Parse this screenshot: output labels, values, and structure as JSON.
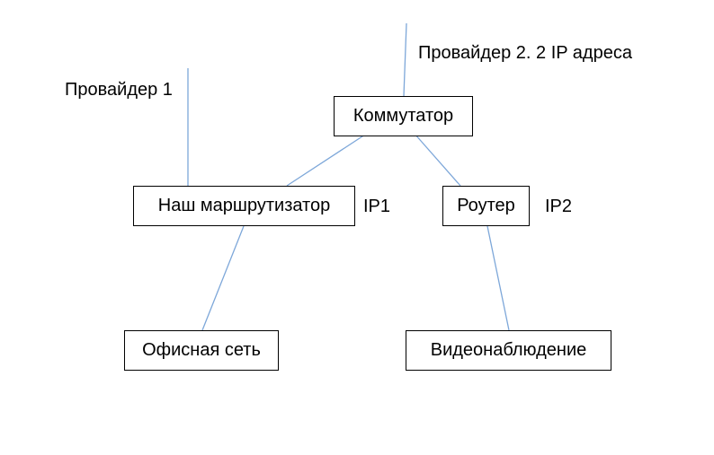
{
  "diagram": {
    "labels": {
      "provider1": "Провайдер 1",
      "provider2": "Провайдер 2. 2 IP адреса",
      "ip1": "IP1",
      "ip2": "IP2"
    },
    "nodes": {
      "switch": "Коммутатор",
      "router": "Наш маршрутизатор",
      "router2": "Роутер",
      "office": "Офисная сеть",
      "video": "Видеонаблюдение"
    },
    "colors": {
      "connector": "#7da7d9",
      "box_border": "#000000",
      "text": "#000000",
      "background": "#ffffff"
    }
  }
}
